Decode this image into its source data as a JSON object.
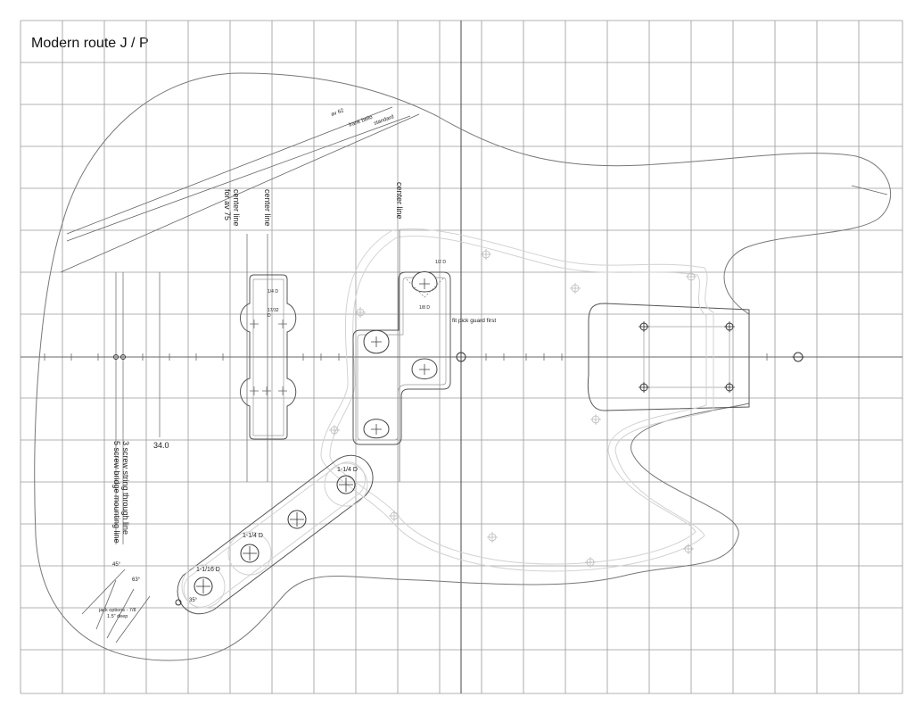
{
  "title": "Modern route J / P",
  "labels": {
    "av62": "av 62",
    "frank_bello": "frank bello",
    "standard": "standard",
    "center_line_av75": "center line\nfor av 75",
    "center_line_left": "center line",
    "center_line_right": "center line",
    "quarter_d": "1/4 D",
    "seventeen_32_d": "17/32\nD",
    "half_d": "1/2 D",
    "eighth_d": "1/8 D",
    "fit_pick_guard_first": "fit pick guard first",
    "scale_34": "34.0",
    "screw_lines": "3 screw string through line\n5 screw bridge mounting line",
    "ctrl_hole_1": "1-1/4 D",
    "ctrl_hole_2": "1-1/4 D",
    "ctrl_hole_3": "1-1/16 D",
    "angle_35": "35°",
    "angle_45": "45°",
    "angle_63": "63°",
    "jack_options": "jack options - 7/8\n1.5\" deep"
  }
}
